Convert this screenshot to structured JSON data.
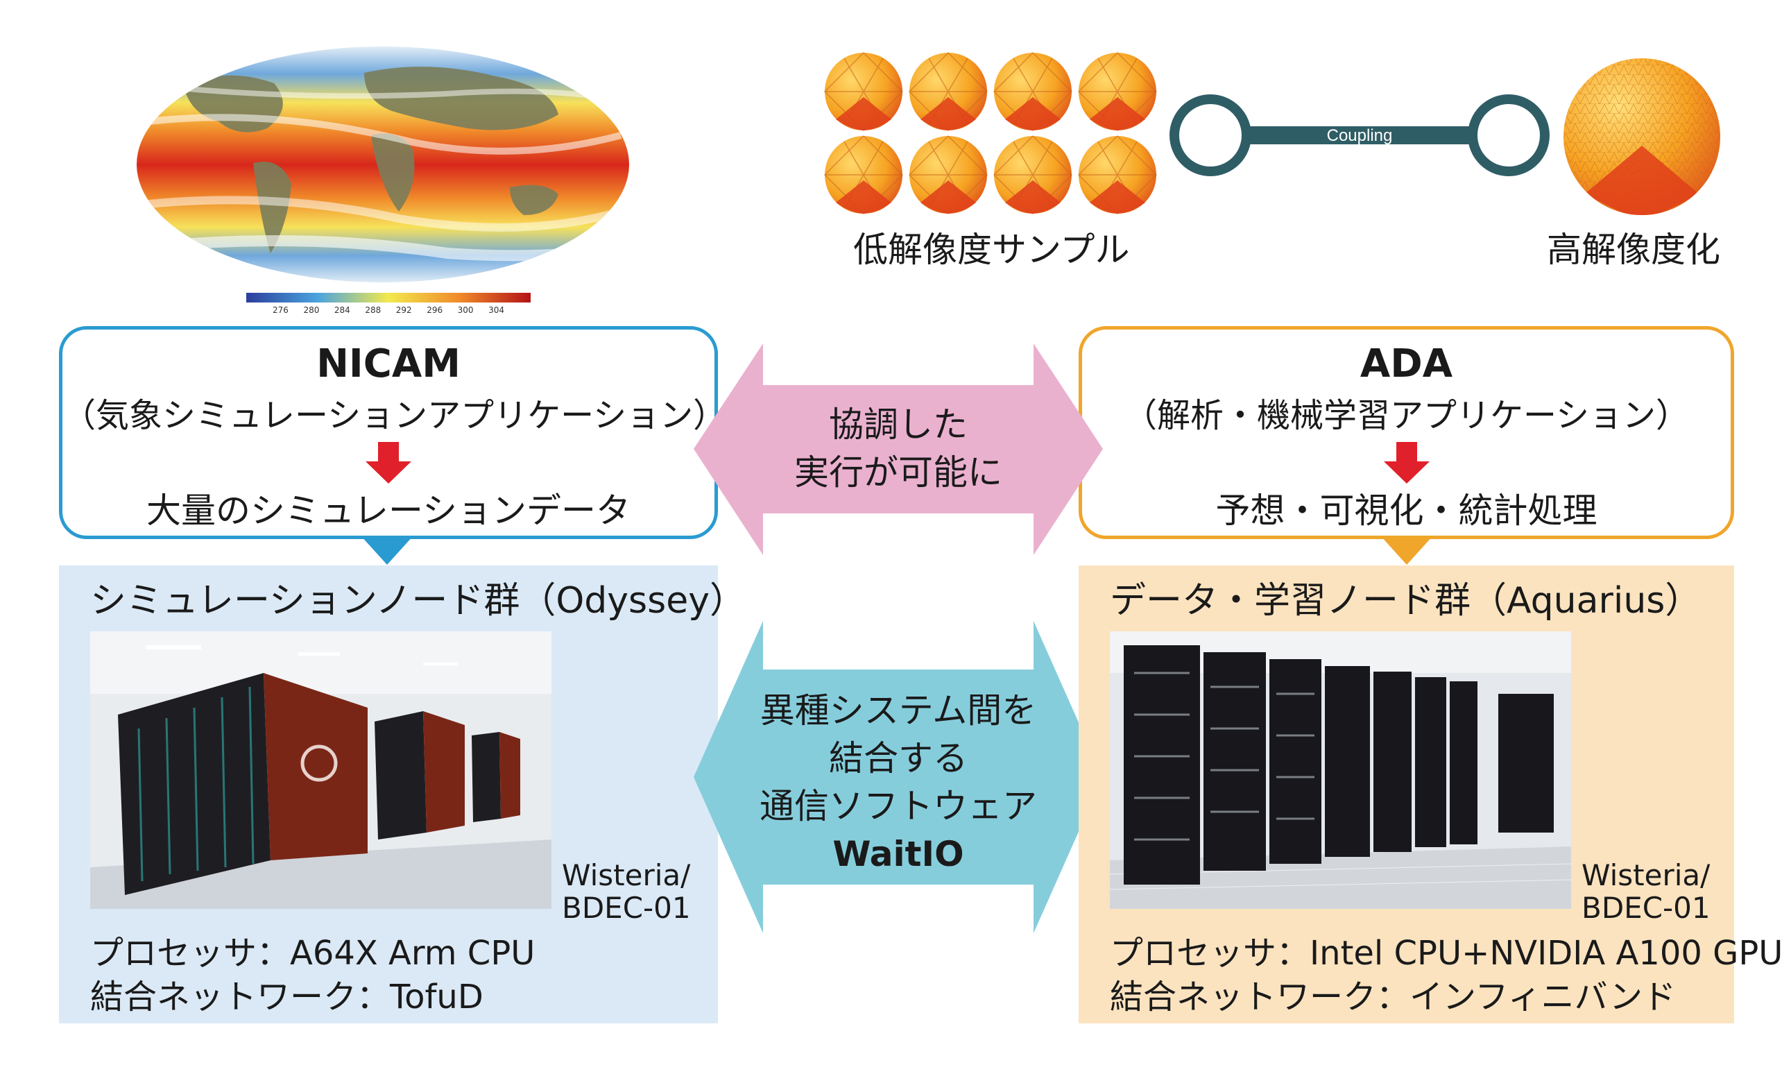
{
  "top": {
    "low_res_caption": "低解像度サンプル",
    "high_res_caption": "高解像度化",
    "coupling_label": "Coupling",
    "colorbar_ticks": [
      "276",
      "280",
      "284",
      "288",
      "292",
      "296",
      "300",
      "304"
    ]
  },
  "nicam": {
    "title": "NICAM",
    "subtitle": "（気象シミュレーションアプリケーション）",
    "output": "大量のシミュレーションデータ"
  },
  "ada": {
    "title": "ADA",
    "subtitle": "（解析・機械学習アプリケーション）",
    "output": "予想・可視化・統計処理"
  },
  "coop": {
    "line1": "協調した",
    "line2": "実行が可能に"
  },
  "waitio": {
    "line1": "異種システム間を",
    "line2": "結合する",
    "line3": "通信ソフトウェア",
    "name": "WaitIO"
  },
  "odyssey": {
    "title": "シミュレーションノード群（Odyssey）",
    "label_line1": "Wisteria/",
    "label_line2": "BDEC-01",
    "processor": "プロセッサ：A64X Arm CPU",
    "network": "結合ネットワーク：TofuD"
  },
  "aquarius": {
    "title": "データ・学習ノード群（Aquarius）",
    "label_line1": "Wisteria/",
    "label_line2": "BDEC-01",
    "processor": "プロセッサ：Intel CPU+NVIDIA A100 GPU",
    "network": "結合ネットワーク：インフィニバンド"
  },
  "colors": {
    "nicam_border": "#2a9bd1",
    "ada_border": "#f0a52b",
    "odyssey_bg": "#dbe9f6",
    "aquarius_bg": "#fbe3c0",
    "coop_arrow": "#eab1cf",
    "waitio_arrow": "#86cddc",
    "down_arrow": "#e0202a",
    "coupling": "#2f5d66"
  }
}
